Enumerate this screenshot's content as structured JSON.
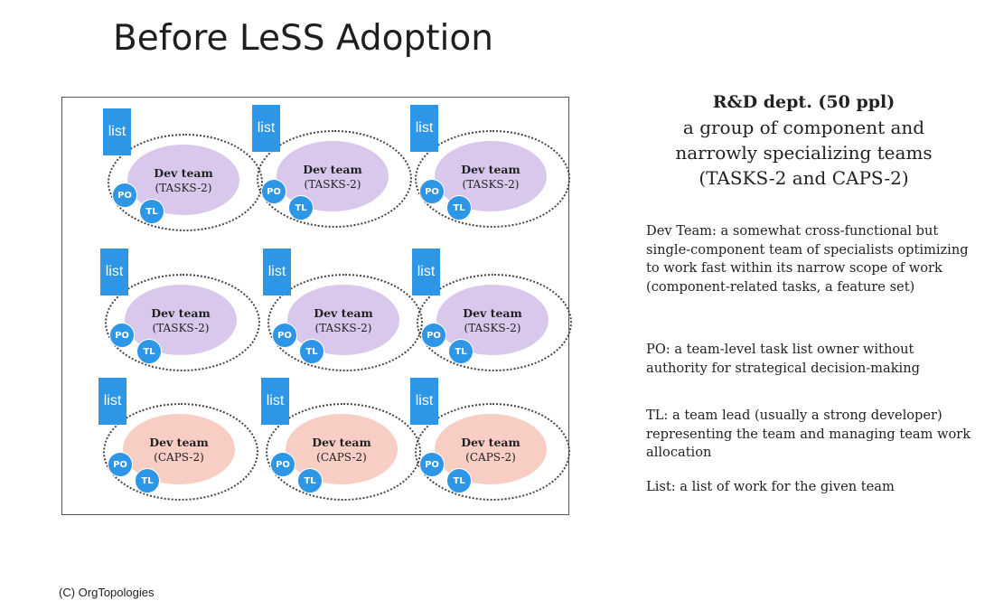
{
  "title": "Before LeSS Adoption",
  "teams": [
    {
      "list_label": "list",
      "name": "Dev team",
      "subtitle": "(TASKS-2)",
      "po_label": "PO",
      "tl_label": "TL",
      "kind": "tasks"
    },
    {
      "list_label": "list",
      "name": "Dev team",
      "subtitle": "(TASKS-2)",
      "po_label": "PO",
      "tl_label": "TL",
      "kind": "tasks"
    },
    {
      "list_label": "list",
      "name": "Dev team",
      "subtitle": "(TASKS-2)",
      "po_label": "PO",
      "tl_label": "TL",
      "kind": "tasks"
    },
    {
      "list_label": "list",
      "name": "Dev team",
      "subtitle": "(TASKS-2)",
      "po_label": "PO",
      "tl_label": "TL",
      "kind": "tasks"
    },
    {
      "list_label": "list",
      "name": "Dev team",
      "subtitle": "(TASKS-2)",
      "po_label": "PO",
      "tl_label": "TL",
      "kind": "tasks"
    },
    {
      "list_label": "list",
      "name": "Dev team",
      "subtitle": "(TASKS-2)",
      "po_label": "PO",
      "tl_label": "TL",
      "kind": "tasks"
    },
    {
      "list_label": "list",
      "name": "Dev team",
      "subtitle": "(CAPS-2)",
      "po_label": "PO",
      "tl_label": "TL",
      "kind": "caps"
    },
    {
      "list_label": "list",
      "name": "Dev team",
      "subtitle": "(CAPS-2)",
      "po_label": "PO",
      "tl_label": "TL",
      "kind": "caps"
    },
    {
      "list_label": "list",
      "name": "Dev team",
      "subtitle": "(CAPS-2)",
      "po_label": "PO",
      "tl_label": "TL",
      "kind": "caps"
    }
  ],
  "side": {
    "heading": "R&D dept. (50 ppl)",
    "subheading": "a group of component and narrowly specializing teams (TASKS-2 and CAPS-2)",
    "descriptions": [
      "Dev Team: a somewhat cross-functional but single-component team of specialists optimizing to work fast within its narrow scope of work (component-related tasks, a feature set)",
      "PO: a team-level task list owner without authority for strategical decision-making",
      "TL: a team lead (usually a strong developer) representing the team and managing team work allocation",
      "List: a list of work for the given team"
    ]
  },
  "colors": {
    "list_blue": "#2d96e6",
    "tasks_purple": "#d9c8ec",
    "caps_salmon": "#f7cdc4"
  },
  "copyright": "(C) OrgTopologies"
}
